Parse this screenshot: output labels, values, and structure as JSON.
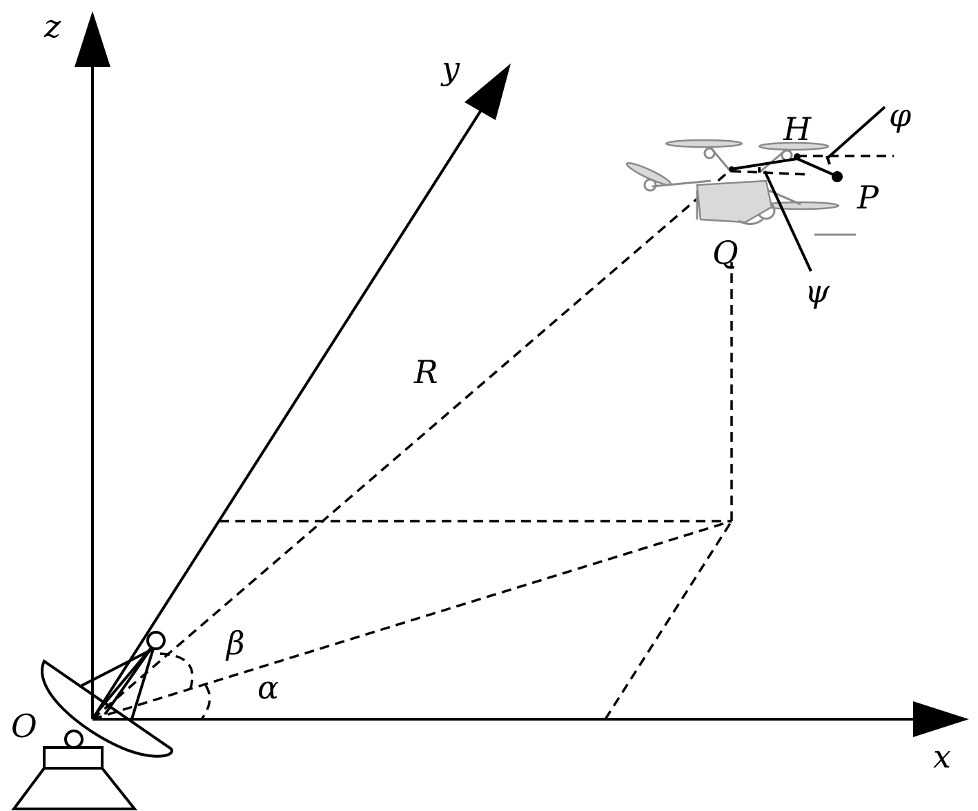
{
  "labels": {
    "z": "z",
    "y": "y",
    "x": "x",
    "origin": "O",
    "range": "R",
    "elevation": "β",
    "azimuth": "α",
    "point_q": "Q",
    "point_h": "H",
    "point_p": "P",
    "angle_phi": "φ",
    "angle_psi": "ψ"
  },
  "colors": {
    "line": "#000000",
    "drone": "#8a8a8a"
  }
}
